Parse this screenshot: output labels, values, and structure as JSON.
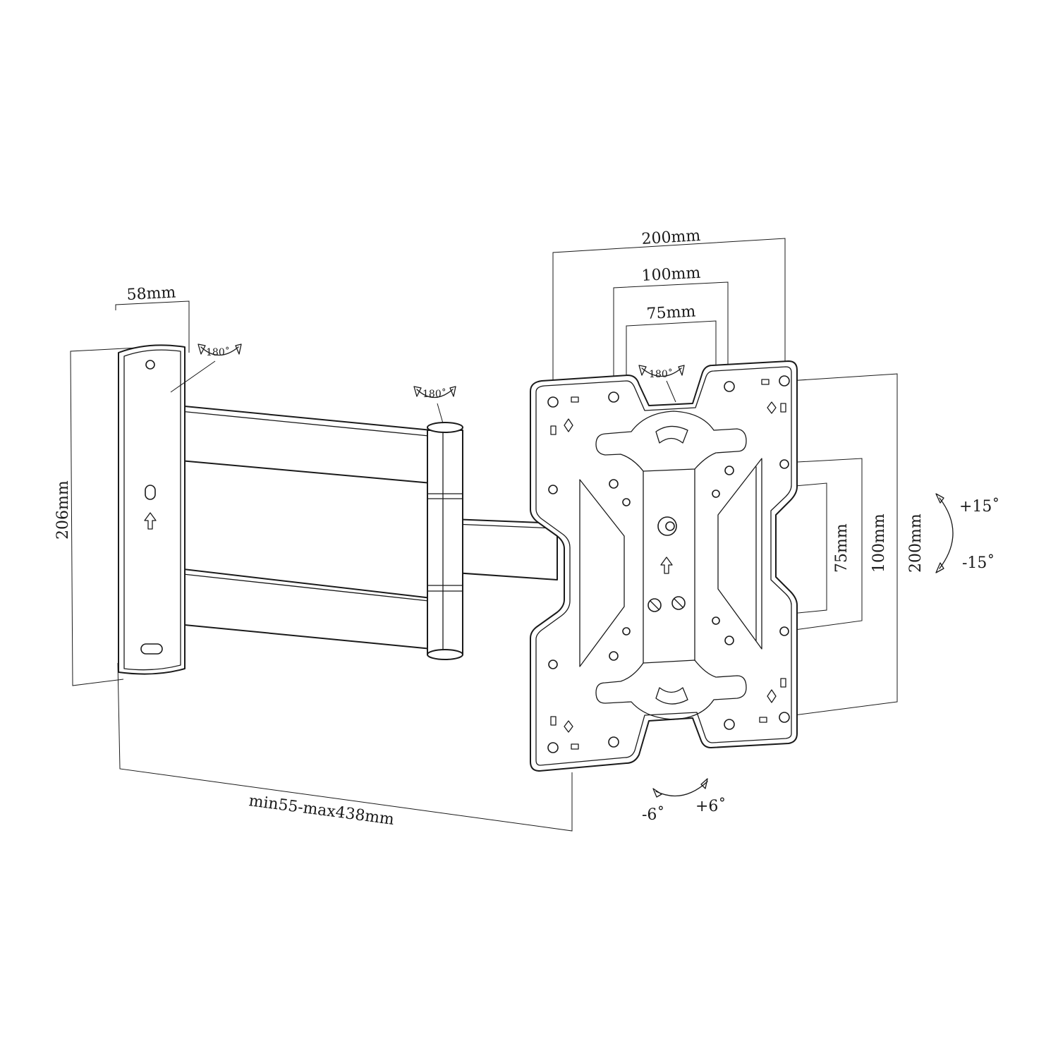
{
  "dimensions": {
    "wall_plate_depth": "58mm",
    "wall_plate_height": "206mm",
    "extension": "min55-max438mm",
    "vesa_200_horizontal": "200mm",
    "vesa_100_horizontal": "100mm",
    "vesa_75_horizontal": "75mm",
    "vesa_75_vertical": "75mm",
    "vesa_100_vertical": "100mm",
    "vesa_200_vertical": "200mm"
  },
  "rotations": {
    "wall_swivel": "180˚",
    "arm_swivel": "180˚",
    "plate_swivel": "180˚"
  },
  "tilt": {
    "up": "+15˚",
    "down": "-15˚"
  },
  "roll": {
    "left": "-6˚",
    "right": "+6˚"
  },
  "colors": {
    "line": "#1a1a1a",
    "background": "#ffffff"
  }
}
